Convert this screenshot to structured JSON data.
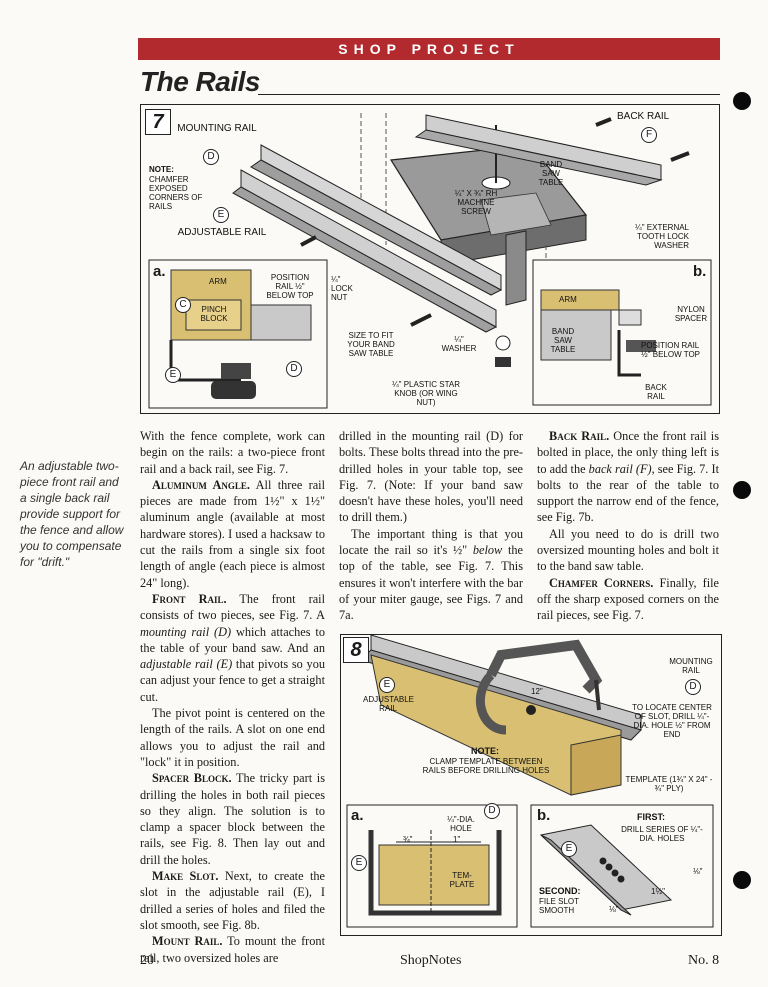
{
  "header": {
    "banner": "SHOP PROJECT",
    "title": "The Rails"
  },
  "caption": "An adjustable two-piece front rail and a single back rail provide support for the fence and allow you to compensate for \"drift.\"",
  "fig7": {
    "number": "7",
    "labels": {
      "mounting_rail": "MOUNTING RAIL",
      "d": "D",
      "note": "NOTE:",
      "note_text": "CHAMFER EXPOSED CORNERS OF RAILS",
      "e": "E",
      "adjustable_rail": "ADJUSTABLE RAIL",
      "back_rail": "BACK RAIL",
      "f": "F",
      "band_saw_table": "BAND SAW TABLE",
      "screw": "¼\" x ¾\" Rh MACHINE SCREW",
      "lock_washer": "¼\" EXTERNAL TOOTH LOCK WASHER",
      "lock_nut": "¼\" LOCK NUT",
      "size_to_fit": "SIZE TO FIT YOUR BAND SAW TABLE",
      "washer": "¼\" WASHER",
      "star_knob": "¼\" PLASTIC STAR KNOB (OR WING NUT)"
    },
    "detail_a": {
      "letter": "a.",
      "arm": "ARM",
      "position": "POSITION RAIL ½\" BELOW TOP",
      "pinch_block": "PINCH BLOCK",
      "c": "C",
      "e": "E",
      "d": "D"
    },
    "detail_b": {
      "letter": "b.",
      "arm": "ARM",
      "nylon_spacer": "NYLON SPACER",
      "band_saw_table": "BAND SAW TABLE",
      "position": "POSITION RAIL ½\" BELOW TOP",
      "back_rail": "BACK RAIL"
    }
  },
  "body": {
    "col1": [
      {
        "text": "With the fence complete, work can begin on the rails: a two-piece front rail and a back rail, see Fig. 7."
      },
      {
        "head": "Aluminum Angle.",
        "text": " All three rail pieces are made from 1½\" x 1½\" aluminum angle (available at most hardware stores). I used a hacksaw to cut the rails from a single six foot length of angle (each piece is almost 24\" long)."
      },
      {
        "head": "Front Rail.",
        "text": " The front rail consists of two pieces, see Fig. 7. A ",
        "em1": "mounting rail (D)",
        "text2": " which attaches to the table of your band saw. And an ",
        "em2": "adjustable rail (E)",
        "text3": " that pivots so you can adjust your fence to get a straight cut."
      },
      {
        "text": "The pivot point is centered on the length of the rails. A slot on one end allows you to adjust the rail and \"lock\" it in position."
      },
      {
        "head": "Spacer Block.",
        "text": " The tricky part is drilling the holes in both rail pieces so they align. The solution is to clamp a spacer block between the rails, see Fig. 8. Then lay out and drill the holes."
      },
      {
        "head": "Make Slot.",
        "text": " Next, to create the slot in the adjustable rail (E), I drilled a series of holes and filed the slot smooth, see Fig. 8b."
      },
      {
        "head": "Mount Rail.",
        "text": " To mount the front rail, two oversized holes are"
      }
    ],
    "col2": [
      {
        "text": "drilled in the mounting rail (D) for bolts. These bolts thread into the pre-drilled holes in your table top, see Fig. 7. (Note: If your band saw doesn't have these holes, you'll need to drill them.)"
      },
      {
        "text": "The important thing is that you locate the rail so it's ½\" ",
        "em1": "below",
        "text2": " the top of the table, see Fig. 7. This ensures it won't interfere with the bar of your miter gauge, see Figs. 7 and 7a."
      }
    ],
    "col3": [
      {
        "head": "Back Rail.",
        "text": " Once the front rail is bolted in place, the only thing left is to add the ",
        "em1": "back rail (F)",
        "text2": ", see Fig. 7. It bolts to the rear of the table to support the narrow end of the fence, see Fig. 7b."
      },
      {
        "text": "All you need to do is drill two oversized mounting holes and bolt it to the band saw table."
      },
      {
        "head": "Chamfer Corners.",
        "text": " Finally, file off the sharp exposed corners on the rail pieces, see Fig. 7."
      }
    ]
  },
  "fig8": {
    "number": "8",
    "labels": {
      "e": "E",
      "adjustable_rail": "ADJUSTABLE RAIL",
      "twelve": "12\"",
      "mounting_rail": "MOUNTING RAIL",
      "d": "D",
      "to_locate": "TO LOCATE CENTER OF SLOT, DRILL ¼\"-DIA. HOLE ½\" FROM END",
      "note": "NOTE:",
      "note_text": "CLAMP TEMPLATE BETWEEN RAILS BEFORE DRILLING HOLES",
      "template": "TEMPLATE (1¾\" x 24\" - ¾\" PLY)"
    },
    "detail_a": {
      "letter": "a.",
      "hole": "¼\"-DIA. HOLE",
      "d": "D",
      "three_quarter": "¾\"",
      "one": "1\"",
      "e": "E",
      "template": "TEM-PLATE"
    },
    "detail_b": {
      "letter": "b.",
      "first": "FIRST:",
      "first_text": "DRILL SERIES OF ¼\"-DIA. HOLES",
      "e": "E",
      "second": "SECOND:",
      "second_text": "FILE SLOT SMOOTH",
      "eighth": "⅛\"",
      "one_half": "1½\"",
      "eighth2": "⅛\""
    }
  },
  "footer": {
    "page": "20",
    "publication": "ShopNotes",
    "issue": "No. 8"
  }
}
